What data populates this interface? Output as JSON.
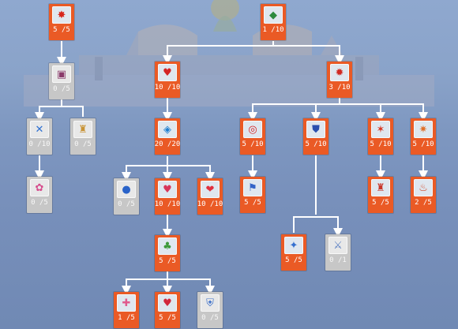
{
  "nodes": [
    {
      "id": "n1",
      "level": "5 /5",
      "state": "active",
      "icon": "red-crab-icon",
      "glyph": "✸",
      "color": "#d8261b"
    },
    {
      "id": "n2",
      "level": "0 /5",
      "state": "inactive",
      "icon": "framed-portrait-icon",
      "glyph": "▣",
      "color": "#8a3a6b"
    },
    {
      "id": "n3",
      "level": "0 /10",
      "state": "inactive",
      "icon": "crossed-swords-icon",
      "glyph": "✕",
      "color": "#2d6fd1"
    },
    {
      "id": "n4",
      "level": "0 /5",
      "state": "inactive",
      "icon": "tower-icon",
      "glyph": "♜",
      "color": "#c89335"
    },
    {
      "id": "n5",
      "level": "0 /5",
      "state": "inactive",
      "icon": "pink-charm-icon",
      "glyph": "✿",
      "color": "#d64b8c"
    },
    {
      "id": "n6",
      "level": "1 /10",
      "state": "active",
      "icon": "green-gem-icon",
      "glyph": "◆",
      "color": "#2e8b3e"
    },
    {
      "id": "n7",
      "level": "10 /10",
      "state": "active",
      "icon": "red-chest-icon",
      "glyph": "♥",
      "color": "#d42525"
    },
    {
      "id": "n8",
      "level": "3 /10",
      "state": "active",
      "icon": "red-explosion-icon",
      "glyph": "✹",
      "color": "#d12a22"
    },
    {
      "id": "n9",
      "level": "20 /20",
      "state": "active",
      "icon": "blue-crystal-icon",
      "glyph": "◈",
      "color": "#1f7fd0"
    },
    {
      "id": "n10",
      "level": "0 /5",
      "state": "inactive",
      "icon": "blue-orb-icon",
      "glyph": "●",
      "color": "#2a63c9"
    },
    {
      "id": "n11",
      "level": "10 /10",
      "state": "active",
      "icon": "heart-chest-icon",
      "glyph": "♥",
      "color": "#d8355a"
    },
    {
      "id": "n12",
      "level": "10 /10",
      "state": "active",
      "icon": "triple-hearts-icon",
      "glyph": "❤",
      "color": "#e0303e"
    },
    {
      "id": "n13",
      "level": "5 /5",
      "state": "active",
      "icon": "green-potion-icon",
      "glyph": "♣",
      "color": "#3e9a3a"
    },
    {
      "id": "n14",
      "level": "1 /5",
      "state": "active",
      "icon": "pink-gift-icon",
      "glyph": "✚",
      "color": "#e05a8d"
    },
    {
      "id": "n15",
      "level": "5 /5",
      "state": "active",
      "icon": "red-heart-potion-icon",
      "glyph": "♥",
      "color": "#d2283c"
    },
    {
      "id": "n16",
      "level": "0 /5",
      "state": "inactive",
      "icon": "blue-shield-icon",
      "glyph": "⛨",
      "color": "#3b6fc9"
    },
    {
      "id": "n17",
      "level": "5 /10",
      "state": "active",
      "icon": "target-icon",
      "glyph": "◎",
      "color": "#d72323"
    },
    {
      "id": "n18",
      "level": "5 /5",
      "state": "active",
      "icon": "blue-banner-icon",
      "glyph": "⚑",
      "color": "#3565c8"
    },
    {
      "id": "n19",
      "level": "5 /10",
      "state": "active",
      "icon": "shield-badge-icon",
      "glyph": "⛊",
      "color": "#2b4fae"
    },
    {
      "id": "n20",
      "level": "5 /5",
      "state": "active",
      "icon": "blue-scroll-icon",
      "glyph": "✦",
      "color": "#3570cf"
    },
    {
      "id": "n21",
      "level": "0 /1",
      "state": "inactive",
      "icon": "white-sword-icon",
      "glyph": "⚔",
      "color": "#5a7fc2"
    },
    {
      "id": "n22",
      "level": "5 /10",
      "state": "active",
      "icon": "red-flames-icon",
      "glyph": "✶",
      "color": "#d8341f"
    },
    {
      "id": "n23",
      "level": "5 /5",
      "state": "active",
      "icon": "red-fortress-icon",
      "glyph": "♜",
      "color": "#c9362a"
    },
    {
      "id": "n24",
      "level": "5 /10",
      "state": "active",
      "icon": "fire-bird-icon",
      "glyph": "✷",
      "color": "#e0702a"
    },
    {
      "id": "n25",
      "level": "2 /5",
      "state": "active",
      "icon": "flame-tower-icon",
      "glyph": "♨",
      "color": "#d24a2a"
    }
  ]
}
